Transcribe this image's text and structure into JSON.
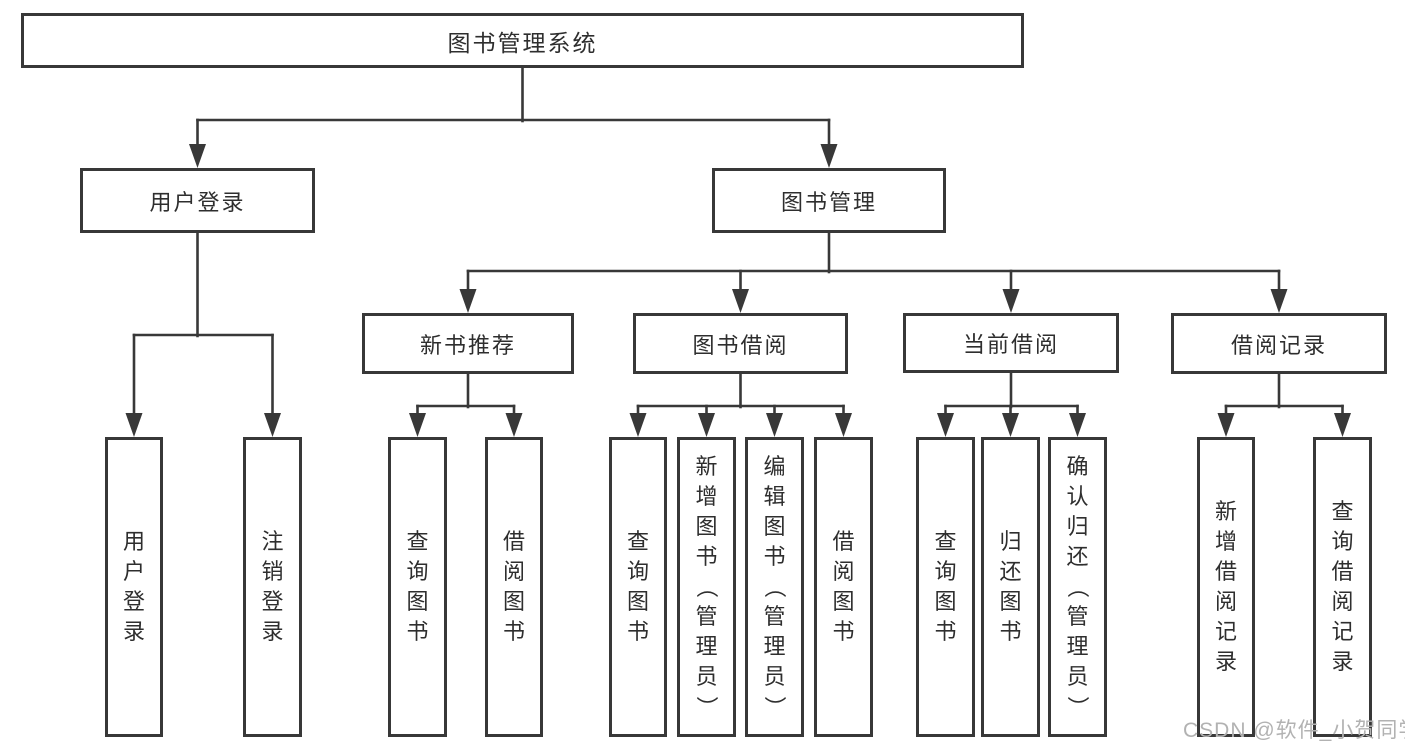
{
  "diagram": {
    "root": {
      "label": "图书管理系统"
    },
    "branches": [
      {
        "label": "用户登录",
        "children": [
          {
            "label": "用户登录"
          },
          {
            "label": "注销登录"
          }
        ]
      },
      {
        "label": "图书管理",
        "children": [
          {
            "label": "新书推荐",
            "children": [
              {
                "label": "查询图书"
              },
              {
                "label": "借阅图书"
              }
            ]
          },
          {
            "label": "图书借阅",
            "children": [
              {
                "label": "查询图书"
              },
              {
                "label": "新增图书（管理员）"
              },
              {
                "label": "编辑图书（管理员）"
              },
              {
                "label": "借阅图书"
              }
            ]
          },
          {
            "label": "当前借阅",
            "children": [
              {
                "label": "查询图书"
              },
              {
                "label": "归还图书"
              },
              {
                "label": "确认归还（管理员）"
              }
            ]
          },
          {
            "label": "借阅记录",
            "children": [
              {
                "label": "新增借阅记录"
              },
              {
                "label": "查询借阅记录"
              }
            ]
          }
        ]
      }
    ]
  },
  "watermark": {
    "text": "CSDN @软件_小贺同学"
  },
  "colors": {
    "line": "#383838",
    "box_border": "#383838",
    "text": "#2e2e2e",
    "watermark": "#b2b2b2",
    "background": "#ffffff"
  }
}
